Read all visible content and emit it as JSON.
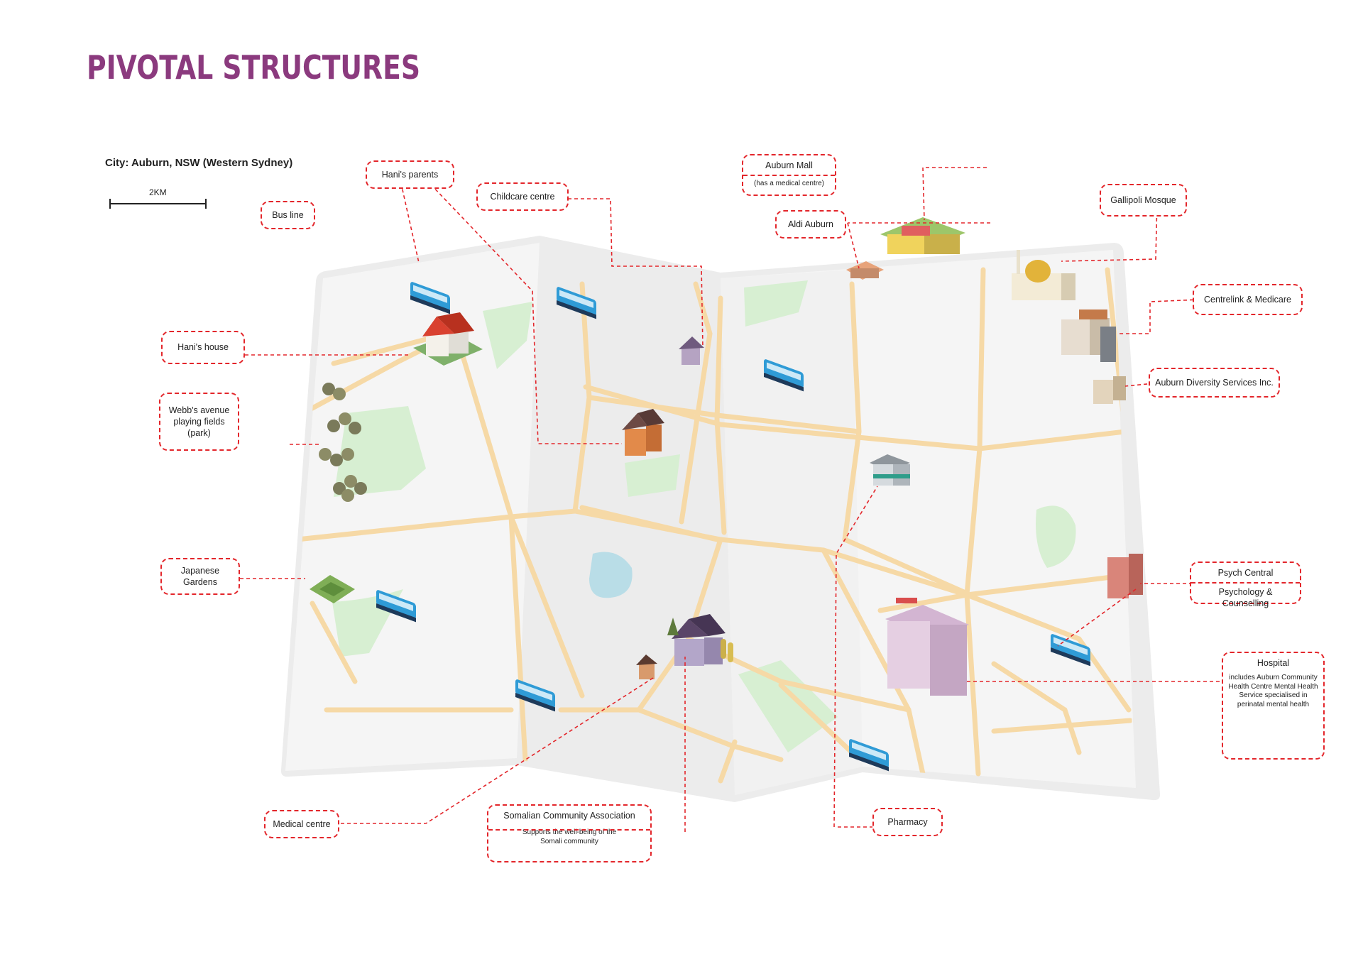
{
  "title": "PIVOTAL STRUCTURES",
  "city": "City: Auburn, NSW (Western Sydney)",
  "scale": "2KM",
  "colors": {
    "title": "#8b3a7e",
    "callout_border": "#e3262b",
    "road": "#f6d9a6",
    "park": "#d7efd2",
    "water": "#b9dde7",
    "bus": "#2f9bd6",
    "map_paper": "#f3f3f3"
  },
  "callouts": {
    "bus_line": "Bus line",
    "hanis_parents": "Hani's parents",
    "childcare": "Childcare centre",
    "auburn_mall": "Auburn Mall",
    "auburn_mall_sub": "(has a medical centre)",
    "aldi": "Aldi Auburn",
    "gallipoli": "Gallipoli Mosque",
    "centrelink": "Centrelink & Medicare",
    "diversity": "Auburn Diversity Services Inc.",
    "hanis_house": "Hani's house",
    "webbs": "Webb's avenue playing fields (park)",
    "japanese": "Japanese Gardens",
    "psych": "Psych Central",
    "psych_sub": "Psychology & Counselling",
    "hospital": "Hospital",
    "hospital_sub": "includes Auburn Community Health Centre Mental Health Service specialised in perinatal mental health",
    "medical": "Medical centre",
    "somalian": "Somalian Community Association",
    "somalian_sub": "Supports the well-being of the Somali community",
    "pharmacy": "Pharmacy"
  },
  "icons": [
    "bus-icon",
    "house-icon",
    "mosque-icon",
    "hospital-icon",
    "mall-icon",
    "tree-icon",
    "maze-garden-icon",
    "office-building-icon",
    "shop-icon"
  ]
}
